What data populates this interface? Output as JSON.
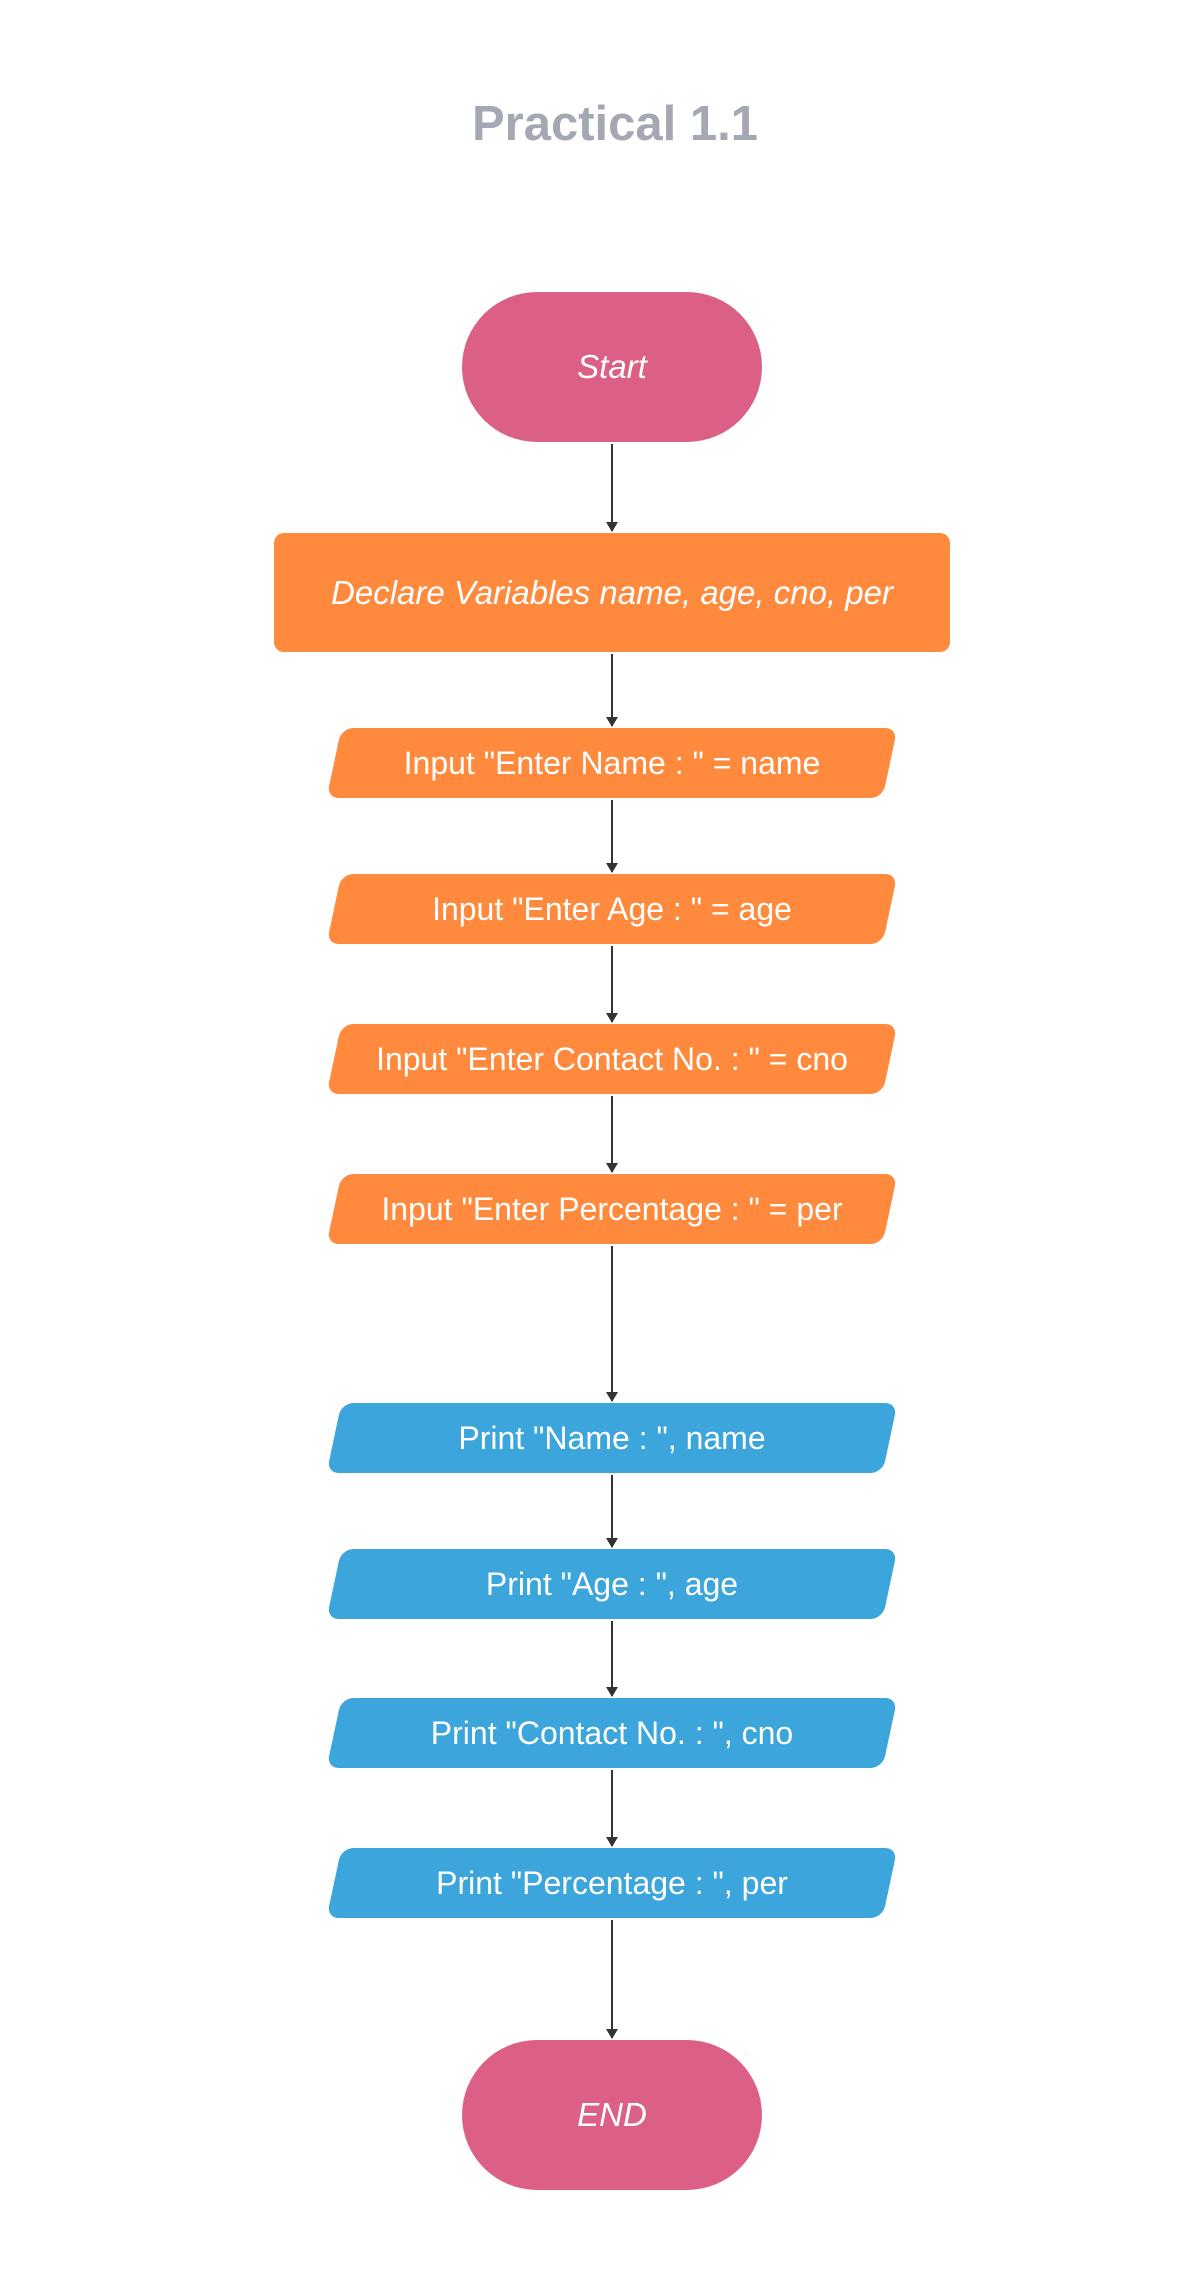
{
  "title": "Practical 1.1",
  "colors": {
    "terminal": "#dc6085",
    "process": "#ff8a3d",
    "input": "#ff8a3d",
    "output": "#3ca6dc",
    "arrow": "#333333",
    "title": "#a3a8b3"
  },
  "nodes": {
    "start": "Start",
    "declare": "Declare Variables name, age, cno, per",
    "input_name": "Input \"Enter Name : \" = name",
    "input_age": "Input \"Enter Age : \" = age",
    "input_cno": "Input \"Enter Contact No. : \" = cno",
    "input_per": "Input \"Enter Percentage : \" = per",
    "print_name": "Print \"Name : \", name",
    "print_age": "Print \"Age : \", age",
    "print_cno": "Print \"Contact No. : \", cno",
    "print_per": "Print \"Percentage : \", per",
    "end": "END"
  },
  "edges": [
    {
      "from": "start",
      "to": "declare"
    },
    {
      "from": "declare",
      "to": "input_name"
    },
    {
      "from": "input_name",
      "to": "input_age"
    },
    {
      "from": "input_age",
      "to": "input_cno"
    },
    {
      "from": "input_cno",
      "to": "input_per"
    },
    {
      "from": "input_per",
      "to": "print_name"
    },
    {
      "from": "print_name",
      "to": "print_age"
    },
    {
      "from": "print_age",
      "to": "print_cno"
    },
    {
      "from": "print_cno",
      "to": "print_per"
    },
    {
      "from": "print_per",
      "to": "end"
    }
  ]
}
